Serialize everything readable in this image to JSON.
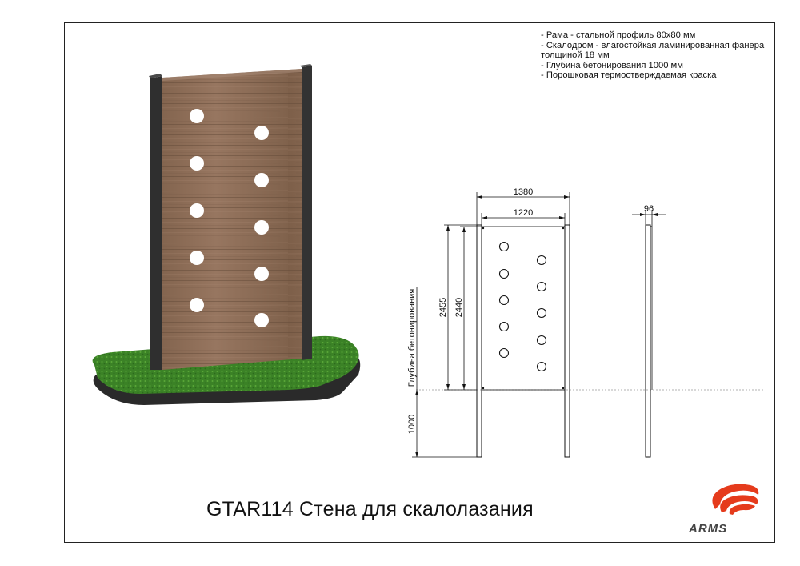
{
  "specs": {
    "items": [
      "- Рама - стальной профиль 80х80 мм",
      "- Скалодром - влагостойкая ламинированная фанера толщиной 18 мм",
      "- Глубина бетонирования 1000 мм",
      "- Порошковая термоотверждаемая краска"
    ]
  },
  "drawing": {
    "dim_1380": "1380",
    "dim_1220": "1220",
    "dim_96": "96",
    "dim_2455": "2455",
    "dim_2440": "2440",
    "dim_1000": "1000",
    "concrete_depth_label": "Глубина бетонирования"
  },
  "title": "GTAR114 Стена для скалолазания",
  "brand": {
    "name": "ARMS",
    "accent_color": "#e53b1c"
  },
  "colors": {
    "wood": "#8a6a52",
    "post": "#3a3a3a",
    "grass": "#3f8a2a"
  }
}
